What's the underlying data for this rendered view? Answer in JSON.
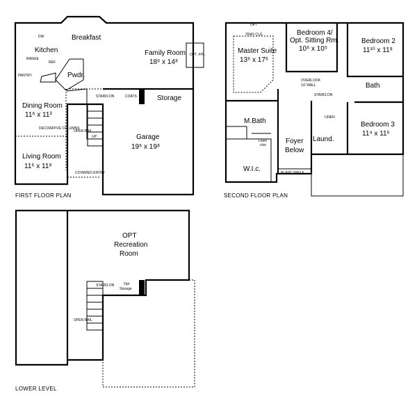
{
  "first_floor": {
    "title": "FIRST FLOOR PLAN",
    "breakfast": "Breakfast",
    "kitchen": "Kitchen",
    "dw": "DW",
    "range": "RANGE",
    "pantry": "PANTRY",
    "ref": "REF.",
    "powder": "Pwdr.",
    "family_room": "Family Room",
    "family_room_size": "18⁶ x 14⁸",
    "opt_fpl": "OPT. FPL.",
    "dining_room": "Dining Room",
    "dining_room_size": "11⁶ x 11³",
    "decorative_columns": "DECORATIVE COLUMNS",
    "living_room": "Living Room",
    "living_room_size": "11⁶ x 11⁸",
    "open_rail": "OPEN RAIL",
    "stairs_dn": "STAIRS DN",
    "up": "UP",
    "coats": "COATS",
    "storage": "Storage",
    "garage": "Garage",
    "garage_size": "19⁶ x 19⁸",
    "covered_entry": "COVERED ENTRY"
  },
  "second_floor": {
    "title": "SECOND FLOOR PLAN",
    "opt": "OPT",
    "tray_clg": "TRAY CLG.",
    "master_suite": "Master Suite",
    "master_suite_size": "13⁶ x 17⁶",
    "bedroom4": "Bedroom 4/",
    "bedroom4_sub": "Opt. Sitting Rm.",
    "bedroom4_size": "10⁶ x 10⁵",
    "bedroom2": "Bedroom 2",
    "bedroom2_size": "11¹⁰ x 11⁸",
    "overlook": "OVERLOOK",
    "half_wall": "1/2 WALL",
    "stairs_dn": "STAIRS DN",
    "bath": "Bath",
    "master_bath": "M.Bath",
    "linen_clos": "Linen",
    "linen_clos2": "clos",
    "wic": "W.I.c.",
    "foyer": "Foyer",
    "foyer_below": "Below",
    "plant_shelf": "PLANT SHELF",
    "linen": "LINEN",
    "laundry": "Laund.",
    "bedroom3": "Bedroom 3",
    "bedroom3_size": "11⁴ x 11⁶"
  },
  "lower_level": {
    "title": "LOWER LEVEL",
    "opt": "OPT",
    "recreation": "Recreation",
    "room": "Room",
    "stairs_dn": "STAIRS DN",
    "opt_storage": "Opt",
    "opt_storage2": "Storage",
    "open_rail": "OPEN RAIL"
  }
}
